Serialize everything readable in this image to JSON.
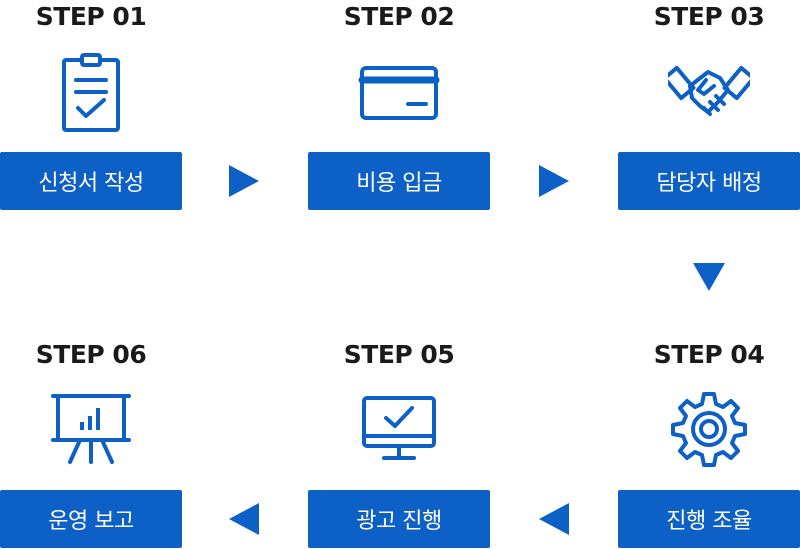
{
  "steps": [
    {
      "title": "STEP 01",
      "label": "신청서 작성",
      "icon": "clipboard-check-icon"
    },
    {
      "title": "STEP 02",
      "label": "비용 입금",
      "icon": "credit-card-icon"
    },
    {
      "title": "STEP 03",
      "label": "담당자 배정",
      "icon": "handshake-icon"
    },
    {
      "title": "STEP 04",
      "label": "진행 조율",
      "icon": "gear-icon"
    },
    {
      "title": "STEP 05",
      "label": "광고 진행",
      "icon": "monitor-check-icon"
    },
    {
      "title": "STEP 06",
      "label": "운영 보고",
      "icon": "presentation-chart-icon"
    }
  ],
  "colors": {
    "accent": "#0d60c6",
    "title_text": "#1a1a1a",
    "label_text": "#ffffff"
  }
}
